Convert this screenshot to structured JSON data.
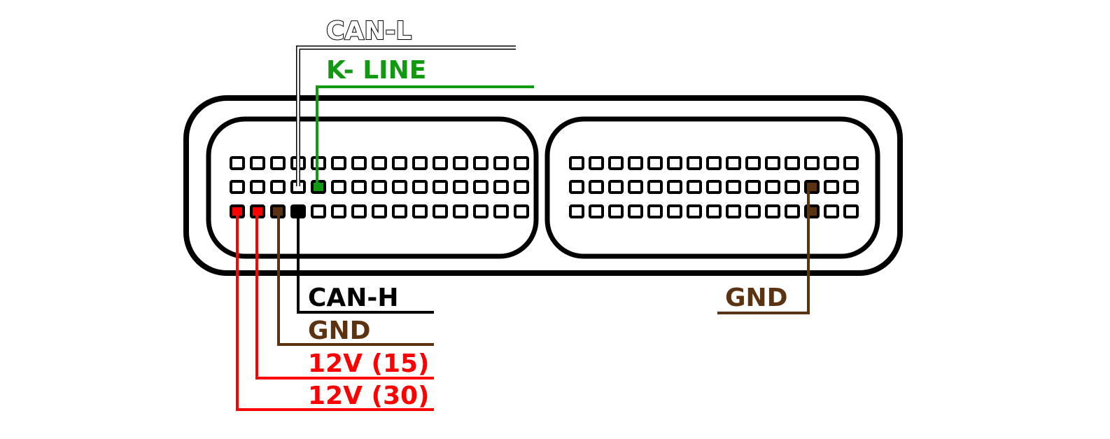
{
  "title": "ECU connector pinout",
  "colors": {
    "outline": "#000000",
    "k_line": "#129912",
    "gnd": "#5c3310",
    "power": "#ff0000",
    "can_h": "#000000",
    "can_l": "#ffffff"
  },
  "connector": {
    "left_block": {
      "rows": 3,
      "cols": 15
    },
    "right_block": {
      "rows": 3,
      "cols": 15
    }
  },
  "labels": {
    "can_l": "CAN-L",
    "k_line": "K- LINE",
    "can_h": "CAN-H",
    "gnd_left": "GND",
    "v12_15": "12V (15)",
    "v12_30": "12V (30)",
    "gnd_right": "GND"
  },
  "highlighted_pins": [
    {
      "block": "left",
      "row": 2,
      "col": 4,
      "signal": "CAN-L",
      "color": "#ffffff"
    },
    {
      "block": "left",
      "row": 2,
      "col": 5,
      "signal": "K- LINE",
      "color": "#129912"
    },
    {
      "block": "left",
      "row": 3,
      "col": 1,
      "signal": "12V (30)",
      "color": "#ff0000"
    },
    {
      "block": "left",
      "row": 3,
      "col": 2,
      "signal": "12V (15)",
      "color": "#ff0000"
    },
    {
      "block": "left",
      "row": 3,
      "col": 3,
      "signal": "GND",
      "color": "#5c3310"
    },
    {
      "block": "left",
      "row": 3,
      "col": 4,
      "signal": "CAN-H",
      "color": "#000000"
    },
    {
      "block": "right",
      "row": 2,
      "col": 13,
      "signal": "GND",
      "color": "#5c3310"
    },
    {
      "block": "right",
      "row": 3,
      "col": 13,
      "signal": "GND",
      "color": "#5c3310"
    }
  ]
}
